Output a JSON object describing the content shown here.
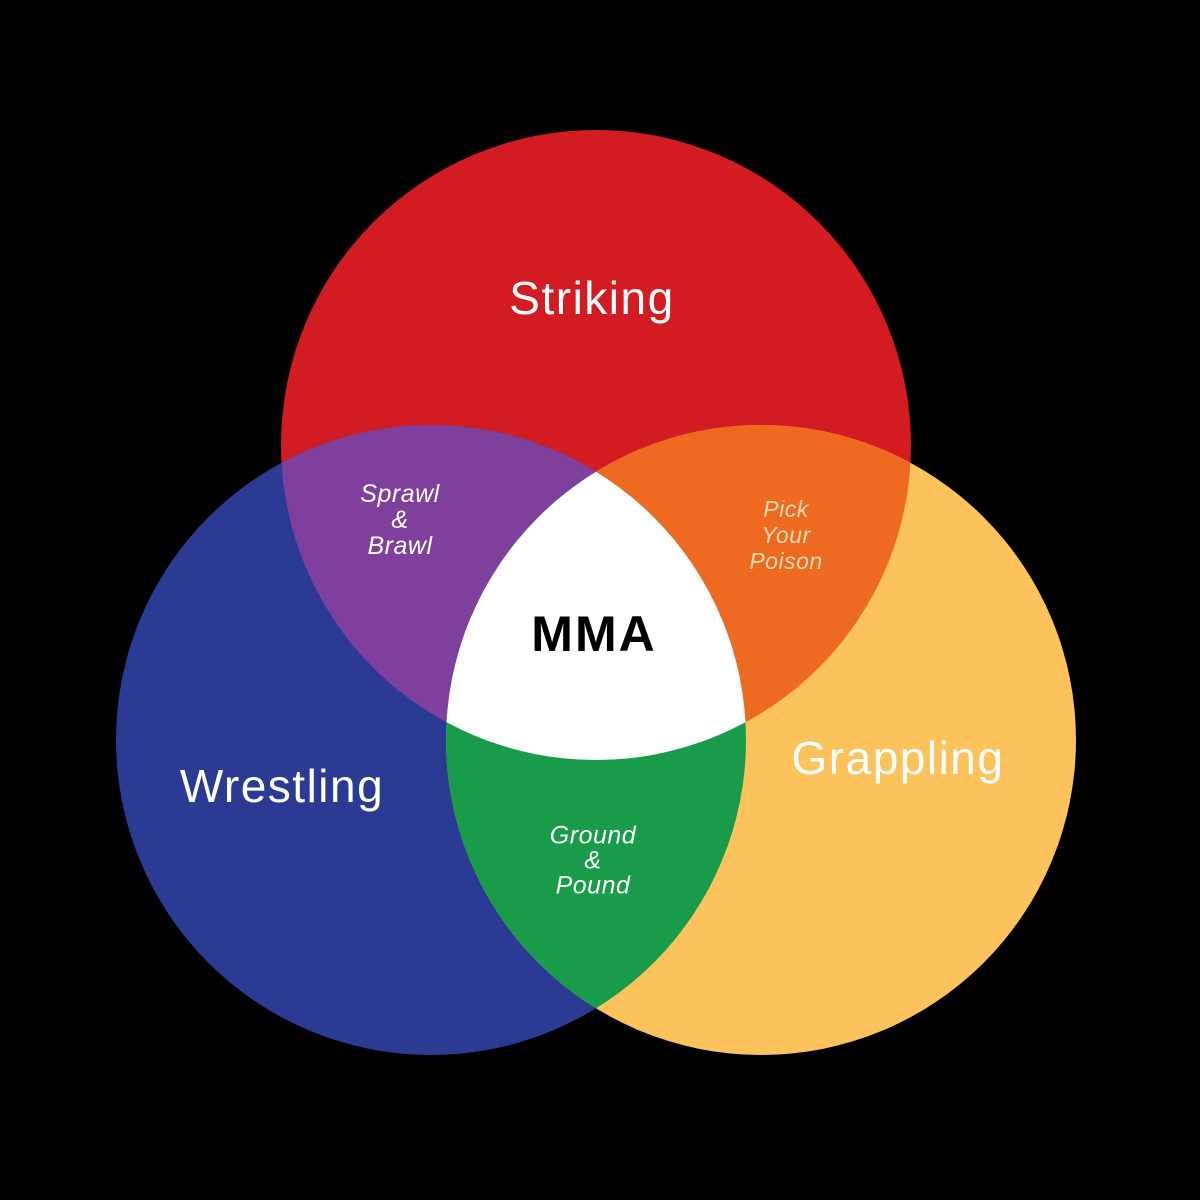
{
  "background_color": "#000000",
  "venn": {
    "sets": {
      "striking": {
        "label": "Striking",
        "color": "#D31B22",
        "label_color": "#FFFFFF"
      },
      "wrestling": {
        "label": "Wrestling",
        "color": "#2B3B94",
        "label_color": "#FFFFFF"
      },
      "grappling": {
        "label": "Grappling",
        "color": "#FCC35C",
        "label_color": "#FFFFFF"
      }
    },
    "intersections": {
      "striking_wrestling": {
        "label": "Sprawl\n&\nBrawl",
        "color": "#7E3F9D",
        "label_color": "#FFFFFF"
      },
      "striking_grappling": {
        "label": "Pick\nYour\nPoison",
        "color": "#EF6A21",
        "label_color": "#F9DCB2"
      },
      "wrestling_grappling": {
        "label": "Ground\n&\nPound",
        "color": "#189C49",
        "label_color": "#FFFFFF"
      },
      "all_three": {
        "label": "MMA",
        "color": "#FFFFFF",
        "label_color": "#000000"
      }
    }
  }
}
